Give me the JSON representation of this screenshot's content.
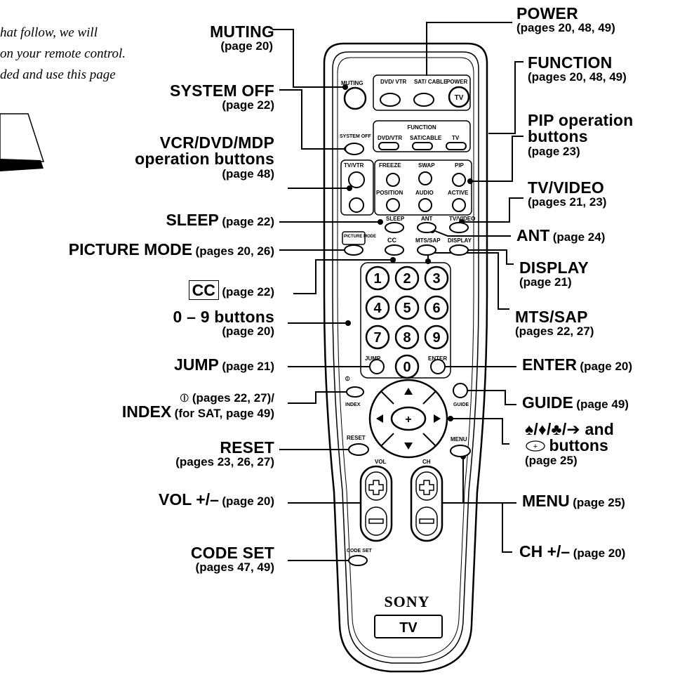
{
  "intro": {
    "line1": "hat follow, we will",
    "line2": "on your remote control.",
    "line3": "ded and use this page"
  },
  "remote": {
    "brand": "SONY",
    "mode_badge": "TV",
    "buttons": {
      "muting": "MUTING",
      "dvd_vtr": "DVD/ VTR",
      "sat_cable": "SAT/ CABLE",
      "power": "POWER",
      "power_tv": "TV",
      "system_off": "SYSTEM OFF",
      "function_header": "FUNCTION",
      "fn_dvd_vtr": "DVD/VTR",
      "fn_sat_cable": "SAT/CABLE",
      "fn_tv": "TV",
      "tv_vtr": "TV/VTR",
      "freeze": "FREEZE",
      "swap": "SWAP",
      "pip": "PIP",
      "position": "POSITION",
      "audio": "AUDIO",
      "active": "ACTIVE",
      "sleep": "SLEEP",
      "ant": "ANT",
      "tv_video": "TV/VIDEO",
      "picture_mode": "PICTURE MODE",
      "cc": "CC",
      "mts_sap": "MTS/SAP",
      "display": "DISPLAY",
      "digits": [
        "1",
        "2",
        "3",
        "4",
        "5",
        "6",
        "7",
        "8",
        "9",
        "0"
      ],
      "jump": "JUMP",
      "enter": "ENTER",
      "index": "INDEX",
      "guide": "GUIDE",
      "reset": "RESET",
      "menu": "MENU",
      "vol": "VOL",
      "ch": "CH",
      "code_set": "CODE SET"
    }
  },
  "callouts_left": {
    "muting": {
      "main": "MUTING",
      "sub": "(page 20)"
    },
    "system_off": {
      "main": "SYSTEM OFF",
      "sub": "(page 22)"
    },
    "vcr_dvd": {
      "main1": "VCR/DVD/MDP",
      "main2": "operation buttons",
      "sub": "(page 48)"
    },
    "sleep": {
      "main": "SLEEP",
      "sub": "(page 22)"
    },
    "picture_mode": {
      "main": "PICTURE MODE",
      "sub": "(pages 20, 26)"
    },
    "cc": {
      "main": "CC",
      "sub": "(page 22)"
    },
    "digits": {
      "main": "0 – 9 buttons",
      "sub": "(page 20)"
    },
    "jump": {
      "main": "JUMP",
      "sub": "(page 21)"
    },
    "index": {
      "sub1": "(pages 22, 27)/",
      "main": "INDEX",
      "sub2": "(for SAT, page 49)"
    },
    "reset": {
      "main": "RESET",
      "sub": "(pages 23, 26, 27)"
    },
    "vol": {
      "main": "VOL +/–",
      "sub": "(page 20)"
    },
    "code_set": {
      "main": "CODE SET",
      "sub": "(pages 47, 49)"
    }
  },
  "callouts_right": {
    "power": {
      "main": "POWER",
      "sub": "(pages 20, 48, 49)"
    },
    "function": {
      "main": "FUNCTION",
      "sub": "(pages 20, 48, 49)"
    },
    "pip": {
      "main1": "PIP operation",
      "main2": "buttons",
      "sub": "(page 23)"
    },
    "tv_video": {
      "main": "TV/VIDEO",
      "sub": "(pages 21, 23)"
    },
    "ant": {
      "main": "ANT",
      "sub": "(page 24)"
    },
    "display": {
      "main": "DISPLAY",
      "sub": "(page 21)"
    },
    "mts_sap": {
      "main": "MTS/SAP",
      "sub": "(pages 22, 27)"
    },
    "enter": {
      "main": "ENTER",
      "sub": "(page 20)"
    },
    "guide": {
      "main": "GUIDE",
      "sub": "(page 49)"
    },
    "arrows": {
      "main": "♠/♦/♣/➔ and",
      "main2": "buttons",
      "sub": "(page 25)"
    },
    "menu": {
      "main": "MENU",
      "sub": "(page 25)"
    },
    "ch": {
      "main": "CH +/–",
      "sub": "(page 20)"
    }
  }
}
